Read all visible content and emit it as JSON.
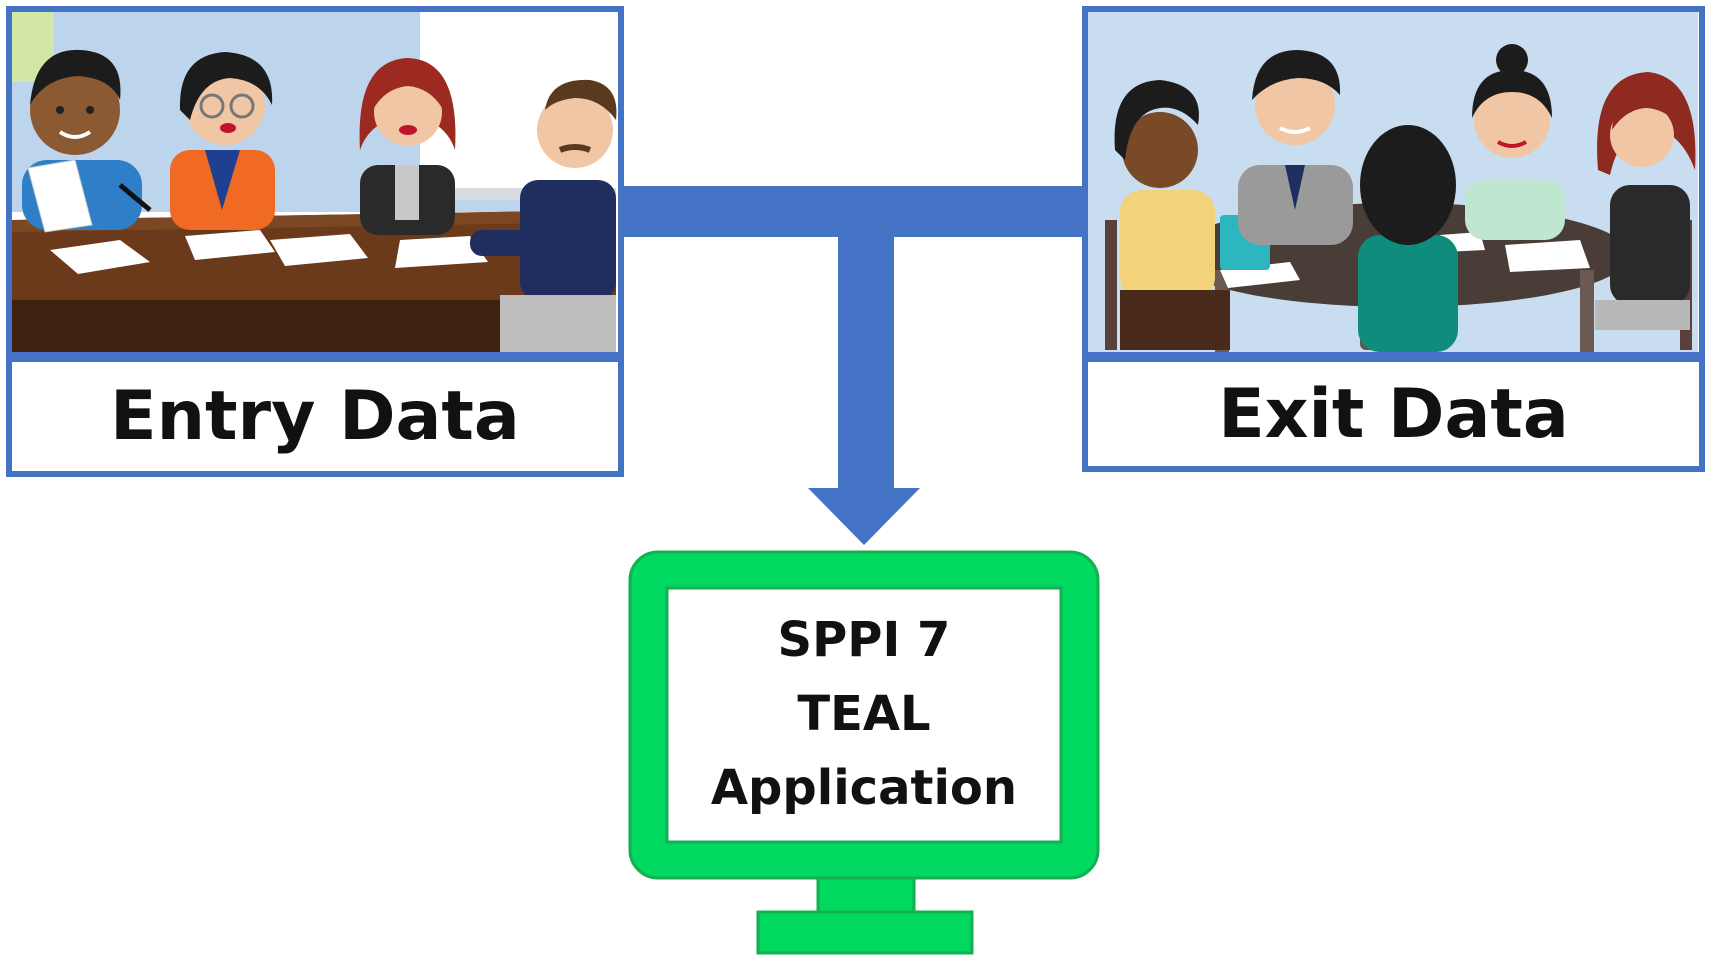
{
  "entry": {
    "caption": "Entry Data"
  },
  "exit": {
    "caption": "Exit Data"
  },
  "monitor": {
    "lines": [
      "SPPI 7",
      "TEAL",
      "Application"
    ]
  },
  "colors": {
    "frame_blue": "#4472C4",
    "monitor_green": "#00D860",
    "monitor_border": "#12B050",
    "wall_blue": "#BCD4EC",
    "table_brown": "#5A3418"
  }
}
